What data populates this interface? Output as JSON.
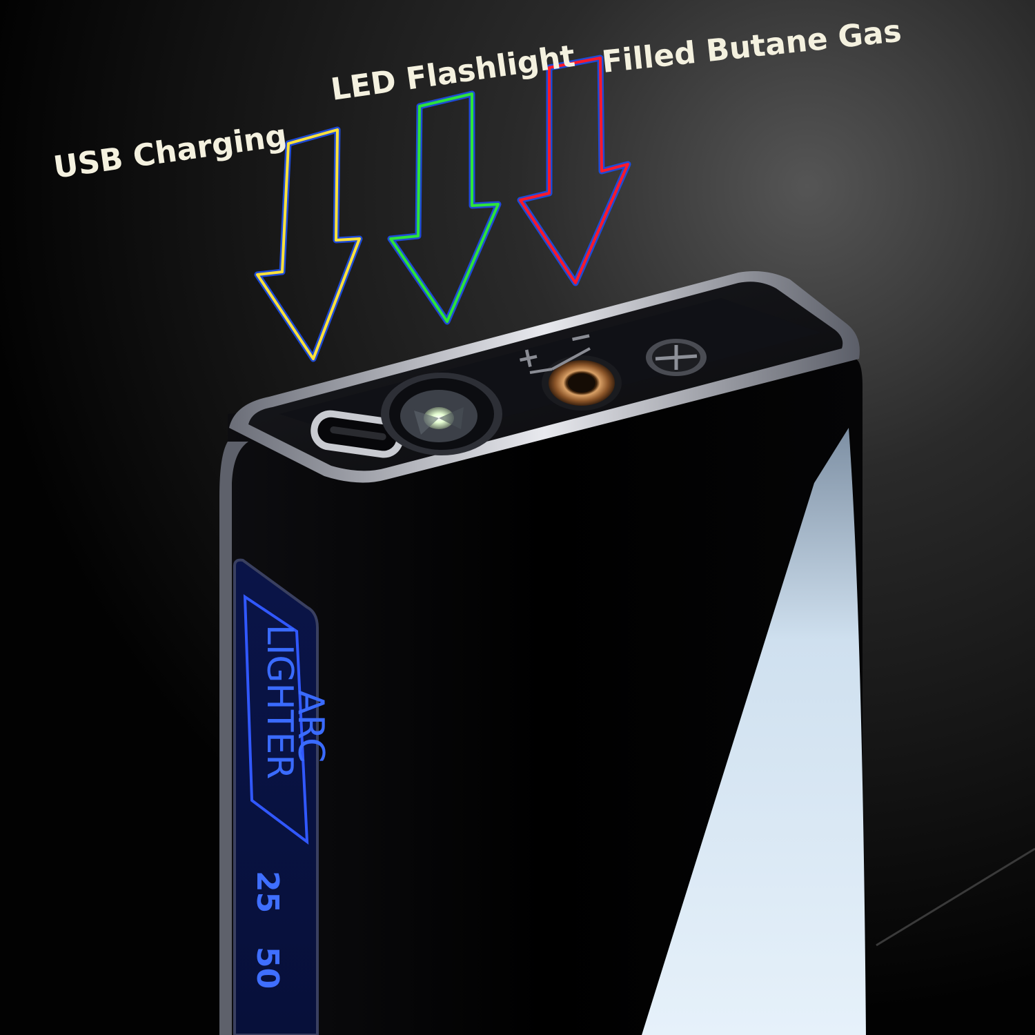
{
  "callouts": [
    {
      "label": "USB Charging",
      "color": "#ffe23a",
      "edge": "#1f4bd6"
    },
    {
      "label": "LED Flashlight",
      "color": "#2ee33a",
      "edge": "#1f4bd6"
    },
    {
      "label": "Filled Butane Gas",
      "color": "#ff1a2a",
      "edge": "#1f4bd6"
    }
  ],
  "display": {
    "brand_line1": "ARC",
    "brand_line2": "LIGHTER",
    "numbers": [
      "25",
      "50"
    ],
    "color": "#3a6bff"
  },
  "terminal_marks": {
    "plus": "+",
    "minus": "−"
  }
}
